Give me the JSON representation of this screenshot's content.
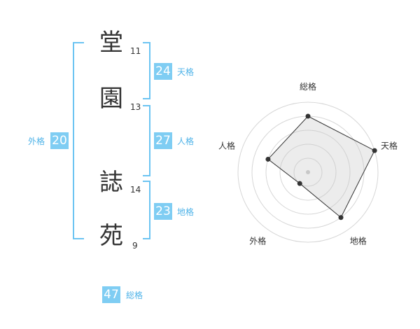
{
  "colors": {
    "accent": "#7fcdf3",
    "bracket": "#6cc4f2",
    "text": "#333333",
    "label": "#4fb3e8"
  },
  "characters": [
    {
      "char": "堂",
      "strokes": "11"
    },
    {
      "char": "園",
      "strokes": "13"
    },
    {
      "char": "誌",
      "strokes": "14"
    },
    {
      "char": "苑",
      "strokes": "9"
    }
  ],
  "scores": {
    "tenkaku": {
      "value": "24",
      "label": "天格"
    },
    "jinkaku": {
      "value": "27",
      "label": "人格"
    },
    "chikaku": {
      "value": "23",
      "label": "地格"
    },
    "gaikaku": {
      "value": "20",
      "label": "外格"
    },
    "soukaku": {
      "value": "47",
      "label": "総格"
    }
  },
  "chart_data": {
    "type": "radar",
    "axes": [
      "総格",
      "天格",
      "地格",
      "外格",
      "人格"
    ],
    "values": [
      4,
      5,
      4,
      1,
      3
    ],
    "max": 5,
    "grid": true
  }
}
